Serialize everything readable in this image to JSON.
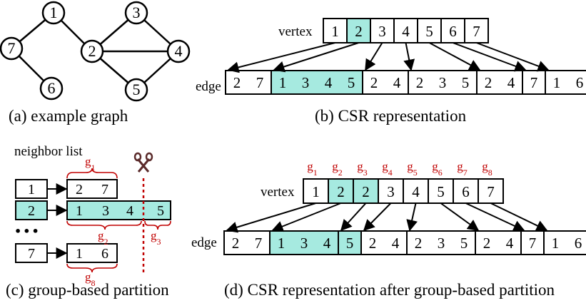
{
  "graph": {
    "vertices": [
      "1",
      "2",
      "3",
      "4",
      "5",
      "6",
      "7"
    ],
    "edges": [
      [
        "1",
        "7"
      ],
      [
        "1",
        "2"
      ],
      [
        "7",
        "6"
      ],
      [
        "2",
        "3"
      ],
      [
        "2",
        "4"
      ],
      [
        "2",
        "5"
      ],
      [
        "3",
        "4"
      ],
      [
        "5",
        "4"
      ]
    ],
    "caption": "(a) example graph"
  },
  "csr": {
    "vertex_label": "vertex",
    "edge_label": "edge",
    "vertex_cells": [
      "1",
      "2",
      "3",
      "4",
      "5",
      "6",
      "7"
    ],
    "edge_groups": [
      [
        "2",
        "7"
      ],
      [
        "1",
        "3",
        "4",
        "5"
      ],
      [
        "2",
        "4"
      ],
      [
        "2",
        "3",
        "5"
      ],
      [
        "2",
        "4"
      ],
      [
        "7"
      ],
      [
        "1",
        "6"
      ]
    ],
    "highlight_vertex": "2",
    "caption": "(b) CSR representation"
  },
  "partition": {
    "title": "neighbor list",
    "rows": [
      {
        "vertex": "1",
        "neighbors": [
          "2",
          "7"
        ]
      },
      {
        "vertex": "2",
        "neighbors": [
          "1",
          "3",
          "4",
          "5"
        ]
      },
      {
        "vertex": "7",
        "neighbors": [
          "1",
          "6"
        ]
      }
    ],
    "ellipsis": "•••",
    "group_labels": [
      "g1",
      "g2",
      "g3",
      "g8"
    ],
    "caption": "(c) group-based partition"
  },
  "csr_partitioned": {
    "group_labels": [
      "g1",
      "g2",
      "g3",
      "g4",
      "g5",
      "g6",
      "g7",
      "g8"
    ],
    "vertex_label": "vertex",
    "edge_label": "edge",
    "vertex_cells": [
      "1",
      "2",
      "2",
      "3",
      "4",
      "5",
      "6",
      "7"
    ],
    "edge_groups": [
      [
        "2",
        "7"
      ],
      [
        "1",
        "3",
        "4"
      ],
      [
        "5"
      ],
      [
        "2",
        "4"
      ],
      [
        "2",
        "3",
        "5"
      ],
      [
        "2",
        "4"
      ],
      [
        "7"
      ],
      [
        "1",
        "6"
      ]
    ],
    "caption": "(d) CSR representation after group-based partition"
  },
  "colors": {
    "highlight": "#a6eae0",
    "group_label": "#c00000",
    "stroke": "#000000",
    "cut_line": "#c00000"
  }
}
